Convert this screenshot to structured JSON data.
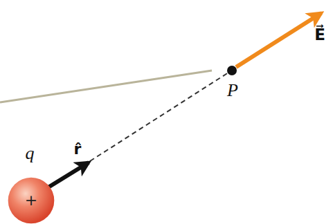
{
  "diagram": {
    "nodes": [
      {
        "text": [
          "+"
        ]
      }
    ],
    "labels": [
      "q",
      "r̂",
      "P",
      "E⃗"
    ]
  }
}
